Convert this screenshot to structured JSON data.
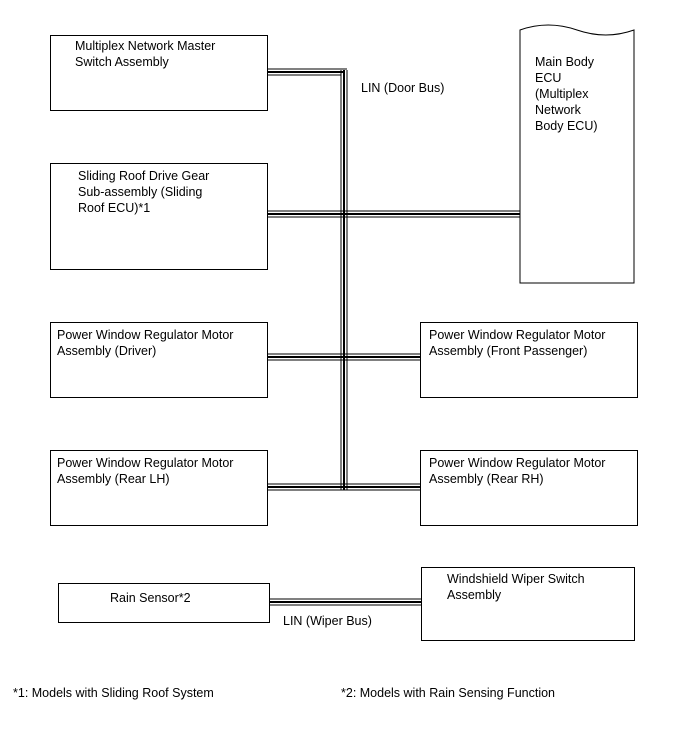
{
  "nodes": {
    "master_switch": "Multiplex Network Master\nSwitch Assembly",
    "sliding_roof": "Sliding Roof Drive Gear\nSub-assembly (Sliding\nRoof ECU)*1",
    "pw_driver": "Power Window Regulator Motor\nAssembly (Driver)",
    "pw_front_passenger": "Power Window Regulator Motor\nAssembly (Front Passenger)",
    "pw_rear_lh": "Power Window Regulator Motor\nAssembly (Rear LH)",
    "pw_rear_rh": "Power Window Regulator Motor\nAssembly (Rear RH)",
    "main_body_ecu": "Main Body\nECU\n(Multiplex\nNetwork\nBody ECU)",
    "rain_sensor": "Rain Sensor*2",
    "wiper_switch": "Windshield Wiper Switch\nAssembly"
  },
  "bus_labels": {
    "door_bus": "LIN (Door Bus)",
    "wiper_bus": "LIN (Wiper Bus)"
  },
  "footnotes": {
    "note1": "*1: Models with Sliding Roof System",
    "note2": "*2: Models with Rain Sensing Function"
  }
}
